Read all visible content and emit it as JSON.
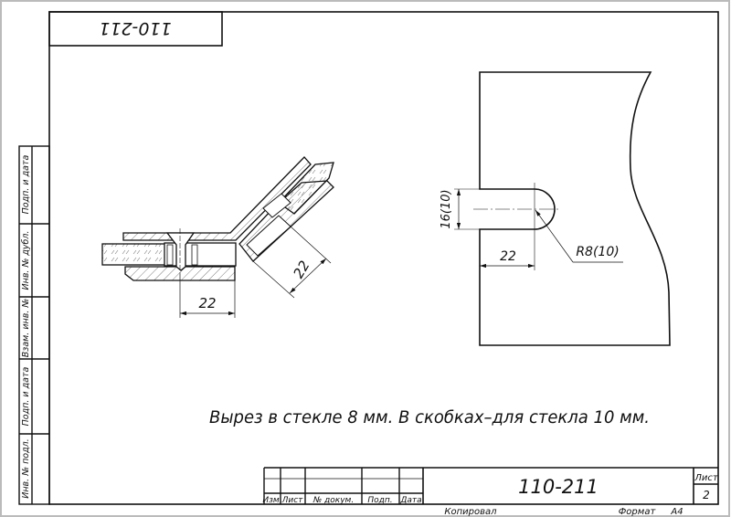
{
  "top_stamp": "110-211",
  "side_strip": [
    "Подп. и дата",
    "Инв. № дубл.",
    "Взам. инв. №",
    "Подп. и дата",
    "Инв. № подл."
  ],
  "left_view": {
    "dim_horizontal": "22",
    "dim_angled": "22"
  },
  "right_view": {
    "dim_width": "16(10)",
    "dim_depth": "22",
    "dim_radius": "R8(10)"
  },
  "note": "Вырез в стекле 8 мм. В скобках–для стекла 10 мм.",
  "title_block": {
    "designation": "110-211",
    "sheet_label": "Лист",
    "sheet_number": "2",
    "columns": [
      "Изм.",
      "Лист",
      "№ докум.",
      "Подп.",
      "Дата"
    ],
    "copied": "Копировал",
    "format_label": "Формат",
    "format_value": "A4"
  }
}
